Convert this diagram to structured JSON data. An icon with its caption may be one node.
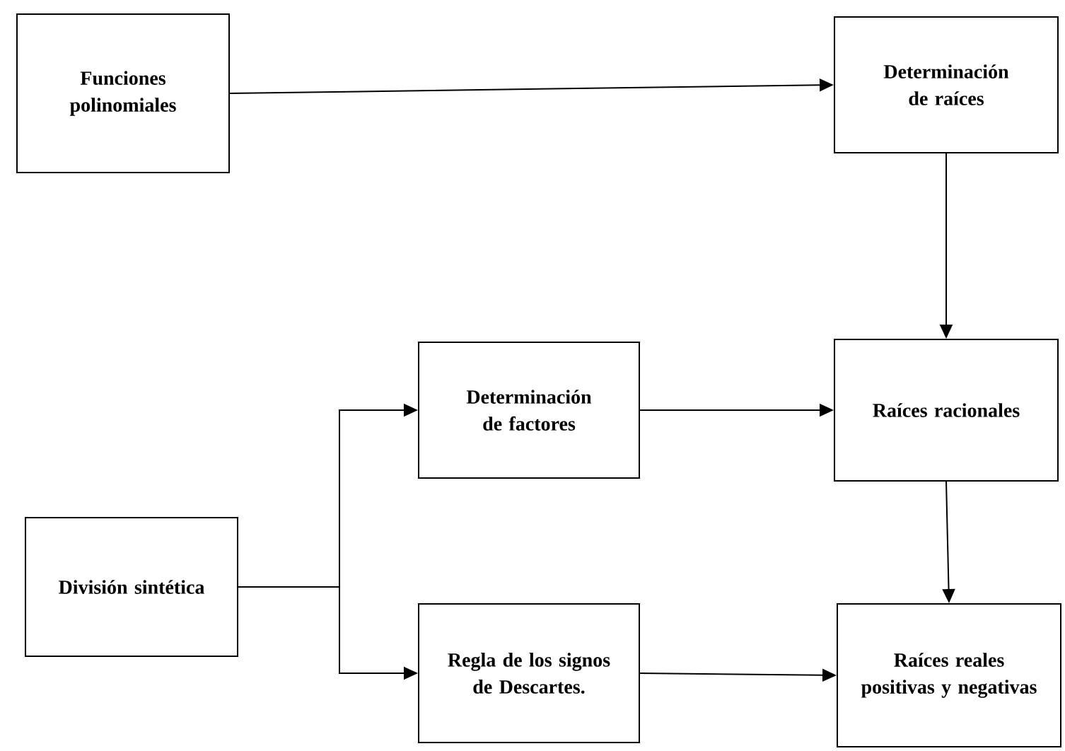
{
  "diagram": {
    "nodes": [
      {
        "text": [
          "Funciones polinomiales"
        ]
      },
      {
        "text": [
          "Determinación de raíces"
        ]
      },
      {
        "text": [
          "Determinación de factores"
        ]
      },
      {
        "text": [
          "Raíces racionales"
        ]
      },
      {
        "text": [
          "División sintética"
        ]
      },
      {
        "text": [
          "Regla de los signos de Descartes."
        ]
      },
      {
        "text": [
          "Raíces reales positivas y negativas"
        ]
      }
    ],
    "edges": [
      {
        "from": 0,
        "to": 1,
        "arrow": "to"
      },
      {
        "from": 1,
        "to": 3,
        "arrow": "to"
      },
      {
        "from": 4,
        "to": 2,
        "arrow": "to"
      },
      {
        "from": 4,
        "to": 5,
        "arrow": "to"
      },
      {
        "from": 2,
        "to": 3,
        "arrow": "to"
      },
      {
        "from": 3,
        "to": 6,
        "arrow": "to"
      },
      {
        "from": 5,
        "to": 6,
        "arrow": "to"
      }
    ]
  }
}
